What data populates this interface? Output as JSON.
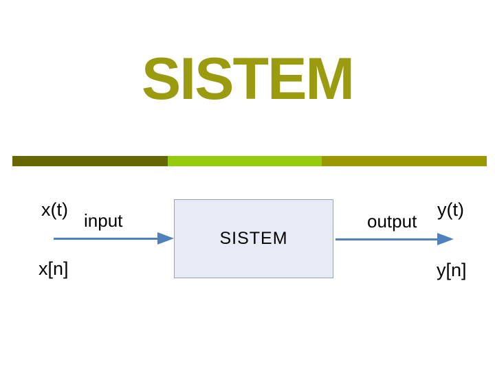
{
  "slide": {
    "title": "SISTEM"
  },
  "divider": {
    "segment_colors": [
      "#676700",
      "#97CC0E",
      "#9A9A00"
    ]
  },
  "diagram": {
    "input_signal_continuous": "x(t)",
    "input_signal_discrete": "x[n]",
    "input_label": "input",
    "box_label": "SISTEM",
    "output_label": "output",
    "output_signal_continuous": "y(t)",
    "output_signal_discrete": "y[n]"
  },
  "colors": {
    "title": "#9B9B10",
    "arrow": "#4F81BD",
    "box_fill": "#E6EBF5",
    "box_border": "#9AA3B0",
    "label_text": "#000000"
  }
}
